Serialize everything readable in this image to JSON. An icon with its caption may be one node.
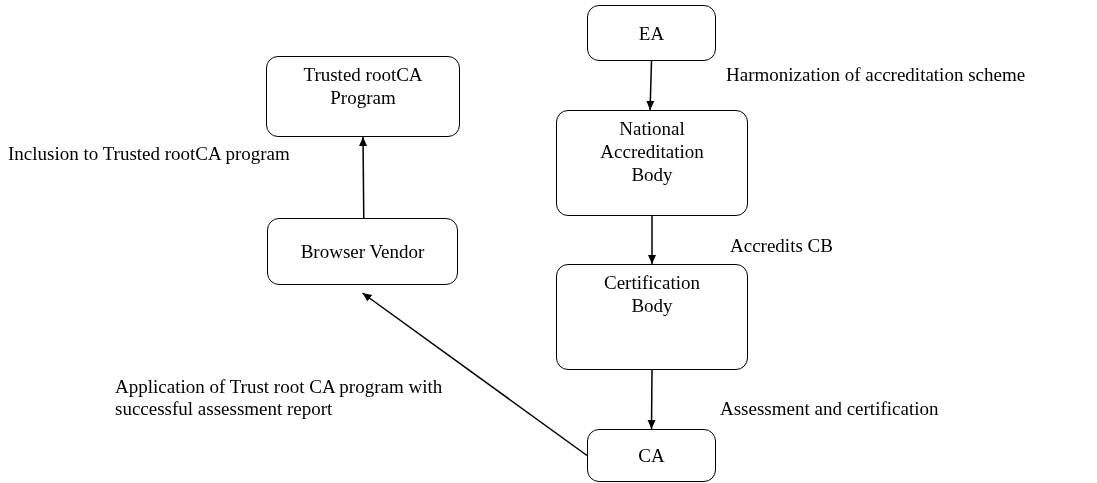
{
  "diagram": {
    "nodes": [
      {
        "text": [
          "Trusted rootCA Program"
        ]
      },
      {
        "text": [
          "Browser Vendor"
        ]
      },
      {
        "text": [
          "EA"
        ]
      },
      {
        "text": [
          "National Accreditation Body"
        ]
      },
      {
        "text": [
          "Certification Body"
        ]
      },
      {
        "text": [
          "CA"
        ]
      }
    ],
    "edges": [
      {
        "from": 1,
        "to": 0,
        "arrow": "to",
        "label": "Inclusion to Trusted rootCA program"
      },
      {
        "from": 2,
        "to": 3,
        "arrow": "to",
        "label": "Harmonization of accreditation scheme"
      },
      {
        "from": 3,
        "to": 4,
        "arrow": "to",
        "label": "Accredits CB"
      },
      {
        "from": 4,
        "to": 5,
        "arrow": "to",
        "label": "Assessment and certification"
      },
      {
        "from": 5,
        "to": 1,
        "arrow": "to",
        "label": "Application of Trust root CA program with successful assessment report"
      }
    ]
  }
}
